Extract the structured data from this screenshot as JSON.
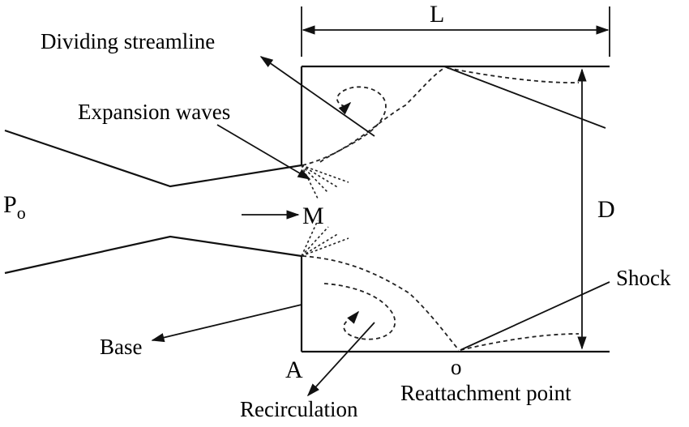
{
  "labels": {
    "length": "L",
    "dividing_streamline": "Dividing streamline",
    "expansion_waves": "Expansion waves",
    "stagnation_pressure_base": "P",
    "stagnation_pressure_sub": "o",
    "mach": "M",
    "diameter": "D",
    "shock": "Shock",
    "base": "Base",
    "point_a": "A",
    "point_o": "o",
    "reattachment_point": "Reattachment point",
    "recirculation": "Recirculation"
  }
}
